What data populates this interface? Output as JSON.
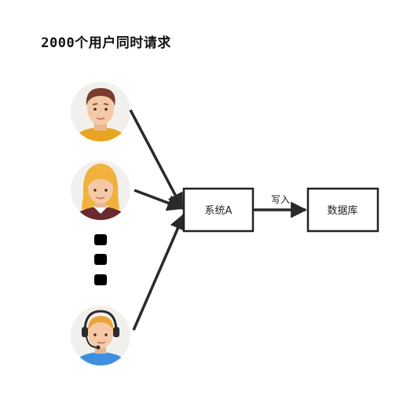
{
  "title": "2000个用户同时请求",
  "users": [
    {
      "icon": "man-avatar-icon",
      "skin": "#f5c9a6",
      "hair": "#7a3c2c",
      "shirt": "#e8a521",
      "bg": "#f2f0ec"
    },
    {
      "icon": "woman-avatar-icon",
      "skin": "#f5c9a6",
      "hair": "#f0b23c",
      "shirt": "#6a2a2e",
      "bg": "#f2f0ec"
    },
    {
      "icon": "support-agent-avatar-icon",
      "skin": "#f5c9a6",
      "hair": "#e8a53a",
      "shirt": "#3e8fe0",
      "bg": "#f2f0ec"
    }
  ],
  "ellipsis_icon": "vertical-ellipsis-icon",
  "system_box": {
    "label": "系统A"
  },
  "database_box": {
    "label": "数据库"
  },
  "edge": {
    "label": "写入"
  },
  "colors": {
    "stroke": "#222222",
    "arrow": "#2a2a2a"
  }
}
